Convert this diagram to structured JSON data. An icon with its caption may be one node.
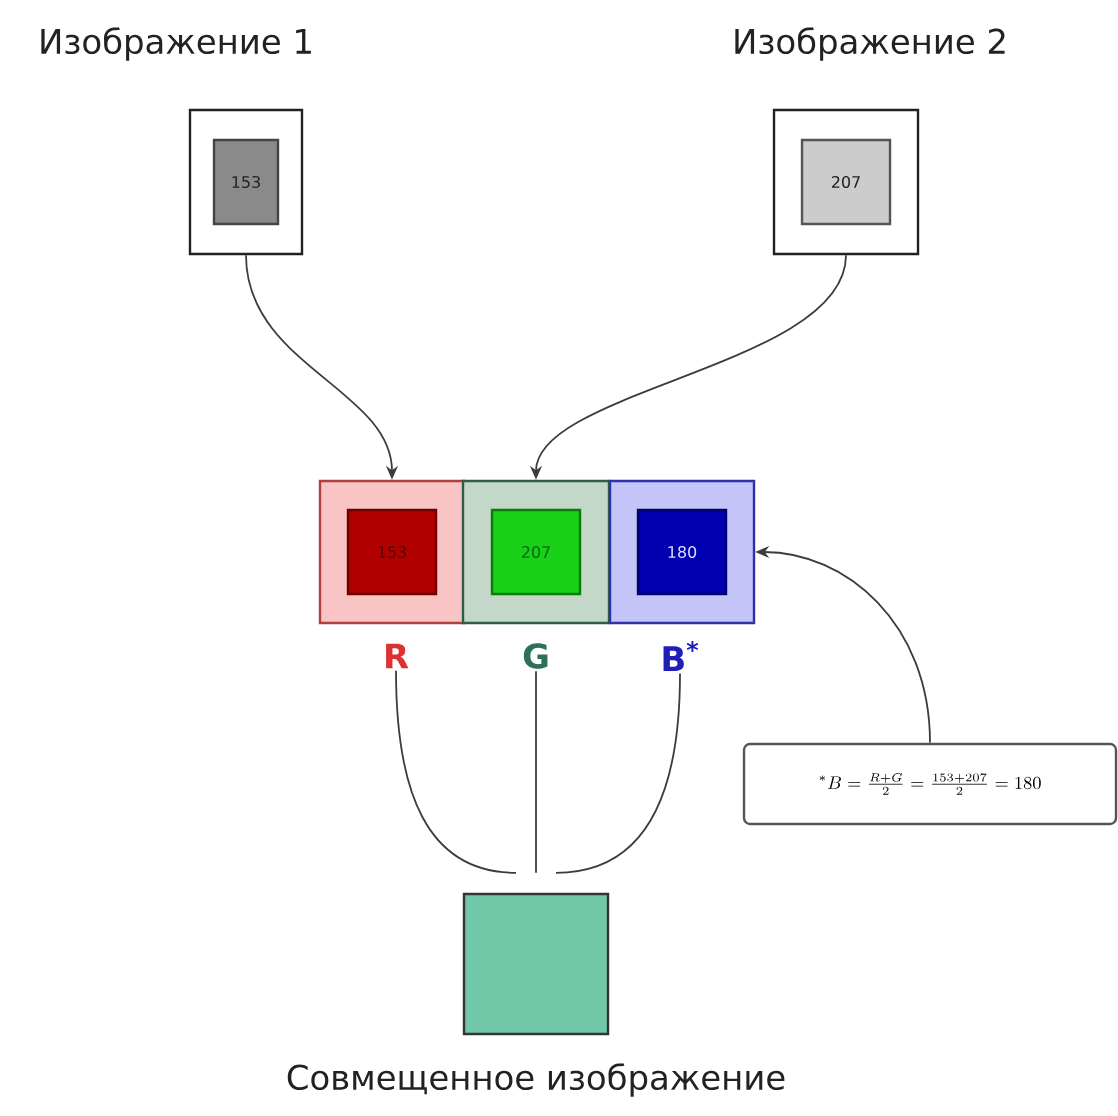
{
  "diagram": {
    "nodes": [
      {
        "text": [
          "Изображение 1"
        ]
      },
      {
        "text": [
          "153"
        ],
        "in": 0
      },
      {
        "text": [
          "Изображение 2"
        ]
      },
      {
        "text": [
          "207"
        ],
        "in": 2
      },
      {
        "text": [
          "R"
        ]
      },
      {
        "text": [
          "153"
        ],
        "in": 4
      },
      {
        "text": [
          "G"
        ]
      },
      {
        "text": [
          "207"
        ],
        "in": 6
      },
      {
        "text": [
          "B$^{*}$"
        ]
      },
      {
        "text": [
          "180"
        ],
        "in": 8
      },
      {
        "text": [
          "{}^{*}B = \\frac{R + G}{2} = \\frac{153 + 207}{2} = 180"
        ]
      },
      {
        "text": [
          "Совмещенное изображение"
        ]
      }
    ],
    "edges": [
      {
        "from": 0,
        "to": 4,
        "arrow": "to"
      },
      {
        "from": 2,
        "to": 6,
        "arrow": "to"
      },
      {
        "from": 10,
        "to": 8,
        "arrow": "to"
      },
      {
        "from": 4,
        "to": 11,
        "arrow": "none"
      },
      {
        "from": 6,
        "to": 11,
        "arrow": "none"
      },
      {
        "from": 8,
        "to": 11,
        "arrow": "none"
      }
    ]
  }
}
